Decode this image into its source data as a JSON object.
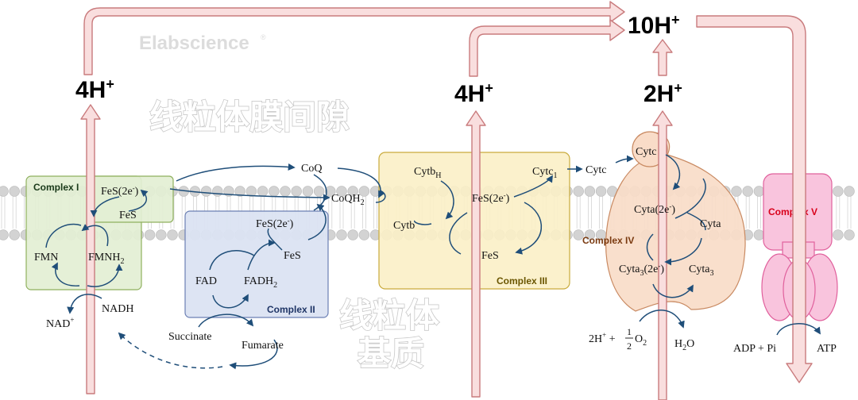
{
  "watermark": "Elabscience",
  "watermark_reg": "®",
  "regions": {
    "ims_cn": "线粒体膜间隙",
    "matrix_line1": "线粒体",
    "matrix_line2": "基质"
  },
  "protons": {
    "complex1": "4H",
    "complex3": "4H",
    "complex4": "2H",
    "total": "10H",
    "plus": "+"
  },
  "complexes": {
    "c1": "Complex I",
    "c2": "Complex II",
    "c3": "Complex III",
    "c4": "Complex IV",
    "c5": "Complex V"
  },
  "species": {
    "fes2e_c1": "FeS(2e",
    "fes_c1": "FeS",
    "fmn": "FMN",
    "fmnh2": "FMNH",
    "nad": "NAD",
    "nadh": "NADH",
    "coq": "CoQ",
    "coqh2": "CoQH",
    "fes2e_c2": "FeS(2e",
    "fes_c2": "FeS",
    "fad": "FAD",
    "fadh2": "FADH",
    "succinate": "Succinate",
    "fumarate": "Fumarate",
    "cytbh": "Cytb",
    "cytbh_sub": "H",
    "cytb": "Cytb",
    "fes2e_c3": "FeS(2e",
    "fes_c3": "FeS",
    "cytc1": "Cytc",
    "cytc_mid": "Cytc",
    "cytc_top": "Cytc",
    "cyta2e": "Cyta(2e",
    "cyta": "Cyta",
    "cyta3_2e": "Cyta",
    "cyta3": "Cyta",
    "h2o": "H",
    "adp_pi": "ADP + Pi",
    "atp": "ATP",
    "o2_left": "2H",
    "o2_frac_num": "1",
    "o2_frac_den": "2",
    "o2": "O"
  },
  "colors": {
    "arrow_fill": "#f9dede",
    "arrow_stroke": "#c97b7d",
    "cycle": "#1f4e79",
    "c1_fill": "#e3efd4",
    "c1_stroke": "#8fb05e",
    "c2_fill": "#dbe3f2",
    "c2_stroke": "#6b7fb3",
    "c3_fill": "#fbf0c6",
    "c3_stroke": "#c9ab3c",
    "c4_fill": "#f9dcc8",
    "c4_stroke": "#c98a62",
    "c5_fill": "#f9c4dd",
    "c5_stroke": "#e0609c",
    "c5_label": "#d8001a",
    "c4_label": "#7a3a10",
    "c3_label": "#6a5500"
  }
}
